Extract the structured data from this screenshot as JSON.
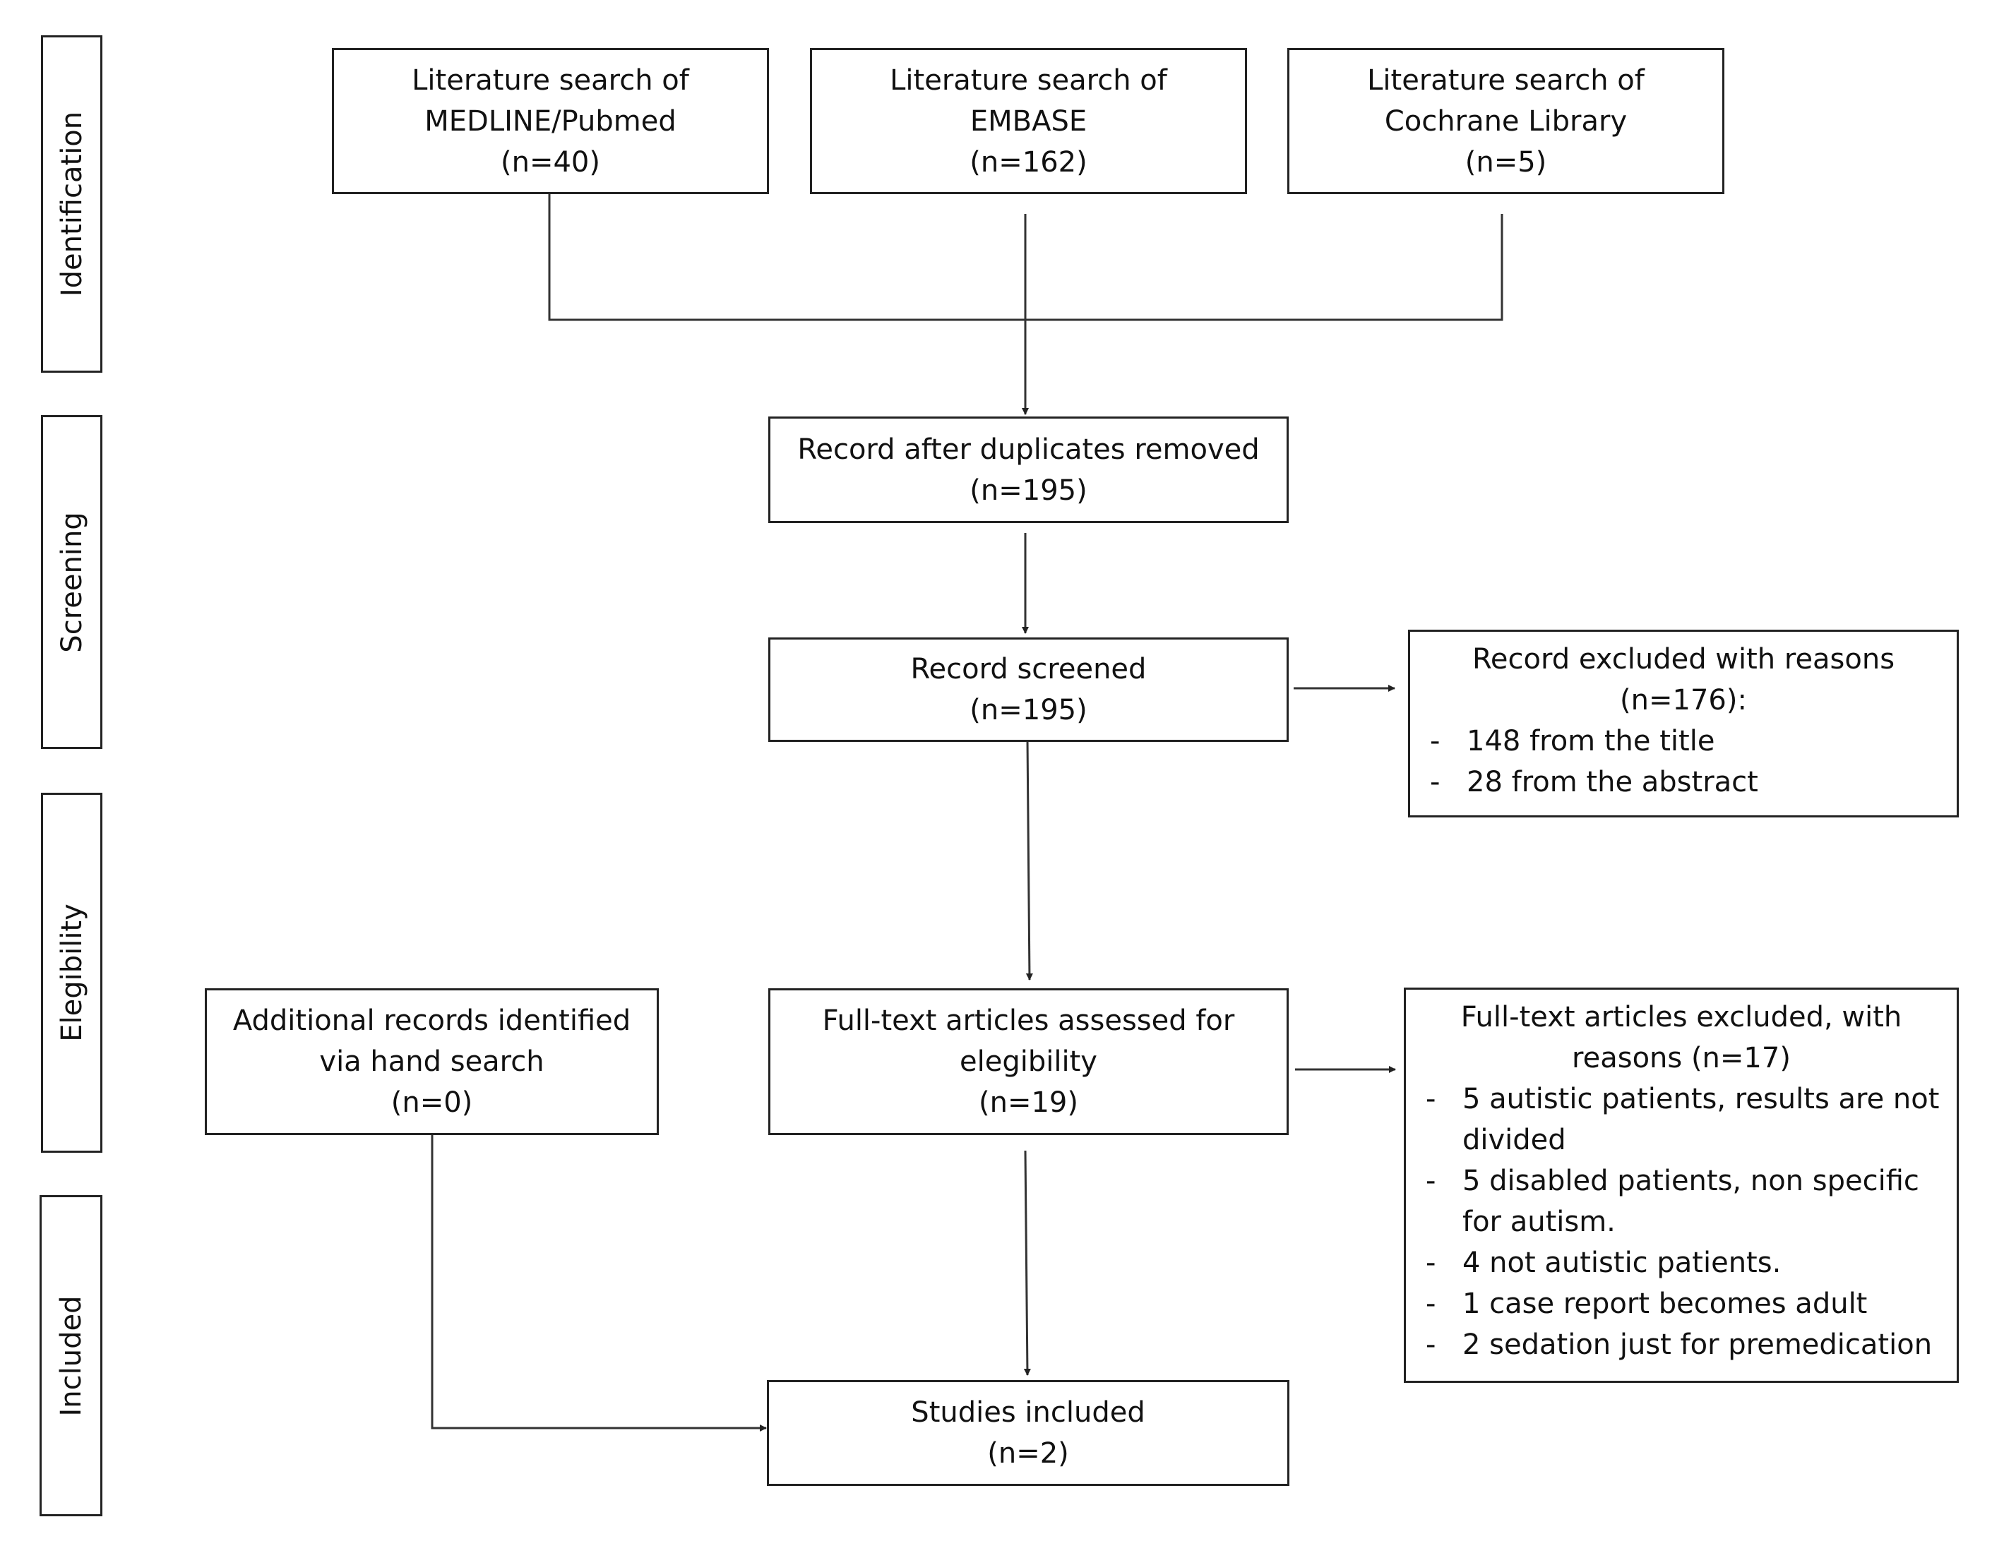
{
  "stages": {
    "identification": "Identification",
    "screening": "Screening",
    "eligibility": "Elegibility",
    "included": "Included"
  },
  "boxes": {
    "medline": {
      "line1": "Literature search of",
      "line2": "MEDLINE/Pubmed",
      "count": "(n=40)"
    },
    "embase": {
      "line1": "Literature search of",
      "line2": "EMBASE",
      "count": "(n=162)"
    },
    "cochrane": {
      "line1": "Literature search of",
      "line2": "Cochrane Library",
      "count": "(n=5)"
    },
    "duplicates_removed": {
      "line1": "Record after duplicates removed",
      "count": "(n=195)"
    },
    "screened": {
      "line1": "Record screened",
      "count": "(n=195)"
    },
    "excluded_records": {
      "line1": "Record excluded with reasons",
      "count": "(n=176):",
      "reasons": [
        "148 from the title",
        "28 from the abstract"
      ]
    },
    "hand_search": {
      "line1": "Additional records identified",
      "line2": "via hand search",
      "count": "(n=0)"
    },
    "fulltext_assessed": {
      "line1": "Full-text articles assessed for",
      "line2": "elegibility",
      "count": "(n=19)"
    },
    "fulltext_excluded": {
      "line1": "Full-text articles excluded, with",
      "line2": "reasons  (n=17)",
      "reasons": [
        "5 autistic patients, results are not divided",
        "5 disabled patients, non specific for autism.",
        "4 not autistic patients.",
        "1 case report becomes adult",
        "2 sedation just for premedication"
      ]
    },
    "included": {
      "line1": "Studies included",
      "count": "(n=2)"
    }
  },
  "list_marker": "-"
}
